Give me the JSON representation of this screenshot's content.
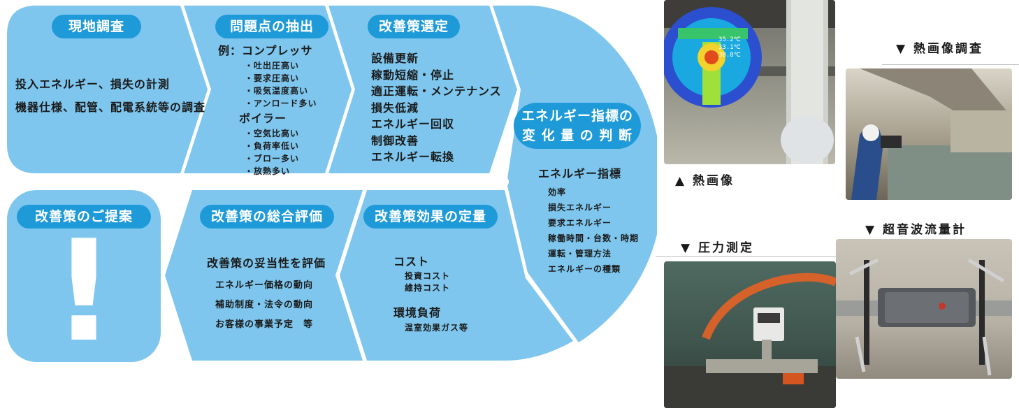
{
  "steps": {
    "survey": {
      "title": "現地調査",
      "lines": [
        "投入エネルギー、損失の計測",
        "機器仕様、配管、配電系統等の調査"
      ]
    },
    "problems": {
      "title": "問題点の抽出",
      "example": "例：コンプレッサ",
      "compressor_items": [
        "・吐出圧高い",
        "・要求圧高い",
        "・吸気温度高い",
        "・アンロード多い"
      ],
      "boiler": "ボイラー",
      "boiler_items": [
        "・空気比高い",
        "・負荷率低い",
        "・ブロー多い",
        "・放熱多い"
      ]
    },
    "selection": {
      "title": "改善策選定",
      "lines": [
        "設備更新",
        "稼動短縮・停止",
        "適正運転・メンテナンス",
        "損失低減",
        "エネルギー回収",
        "制御改善",
        "エネルギー転換"
      ]
    },
    "indicator": {
      "title_line1": "エネルギー指標の",
      "title_line2": "変 化 量 の 判 断",
      "heading": "エネルギー指標",
      "items": [
        "効率",
        "損失エネルギー",
        "要求エネルギー",
        "稼働時間・台数・時期",
        "運転・管理方法",
        "エネルギーの種類"
      ]
    },
    "quantify": {
      "title": "改善策効果の定量",
      "cost": "コスト",
      "cost_items": [
        "投資コスト",
        "維持コスト"
      ],
      "env": "環境負荷",
      "env_items": [
        "温室効果ガス等"
      ]
    },
    "evaluation": {
      "title": "改善策の総合評価",
      "heading": "改善策の妥当性を評価",
      "items": [
        "エネルギー価格の動向",
        "補助制度・法令の動向",
        "お客様の事業予定　等"
      ]
    },
    "proposal": {
      "title": "改善策のご提案",
      "mark": "!"
    }
  },
  "photos": {
    "thermal_image": "▲ 熱画像",
    "thermal_survey": "▼ 熱画像調査",
    "pressure": "▼ 圧力測定",
    "ultrasonic": "▼ 超音波流量計",
    "thermal_readout": [
      "35.2℃",
      "33.1℃",
      "30.8℃"
    ]
  },
  "colors": {
    "shape_fill": "#7ec6ee",
    "pill_fill": "#1f9ad8",
    "text": "#1a1a1a"
  }
}
